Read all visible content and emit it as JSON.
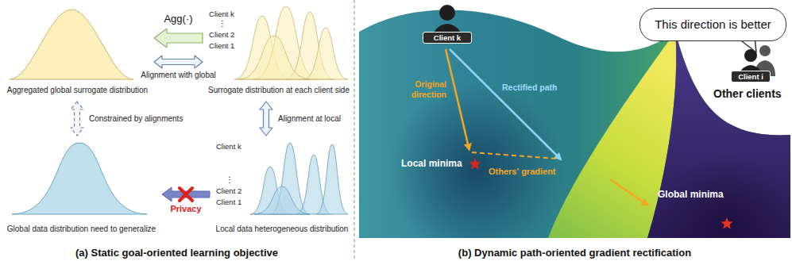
{
  "diagram": {
    "nodes": [
      {
        "text": [
          "Aggregated global surrogate distribution"
        ]
      },
      {
        "text": [
          "Client k",
          "⋮",
          "Client 2",
          "Client 1",
          "Surrogate distribution at each client side"
        ]
      },
      {
        "text": [
          "Global data distribution need to generalize"
        ]
      },
      {
        "text": [
          "Client k",
          "⋮",
          "Client 2",
          "Client 1",
          "Local data heterogeneous distribution"
        ]
      },
      {
        "text": [
          "This direction is better"
        ]
      },
      {
        "text": [
          "Client k"
        ]
      },
      {
        "text": [
          "Client i"
        ]
      }
    ],
    "edges": [
      {
        "from": 1,
        "to": 0,
        "arrow": "to",
        "label": "Agg(·)"
      },
      {
        "from": 0,
        "to": 1,
        "arrow": "both",
        "label": "Alignment with global"
      },
      {
        "from": 0,
        "to": 2,
        "arrow": "both",
        "label": "Constrained by alignments"
      },
      {
        "from": 1,
        "to": 3,
        "arrow": "both",
        "label": "Alignment at local"
      },
      {
        "from": 3,
        "to": 2,
        "arrow": "to",
        "label": "Privacy"
      }
    ],
    "labels": [
      "Original direction",
      "Rectified path",
      "Local minima",
      "Others' gradient",
      "Global minima",
      "Other clients",
      "(a) Static goal-oriented learning objective",
      "(b) Dynamic path-oriented gradient rectification"
    ]
  }
}
